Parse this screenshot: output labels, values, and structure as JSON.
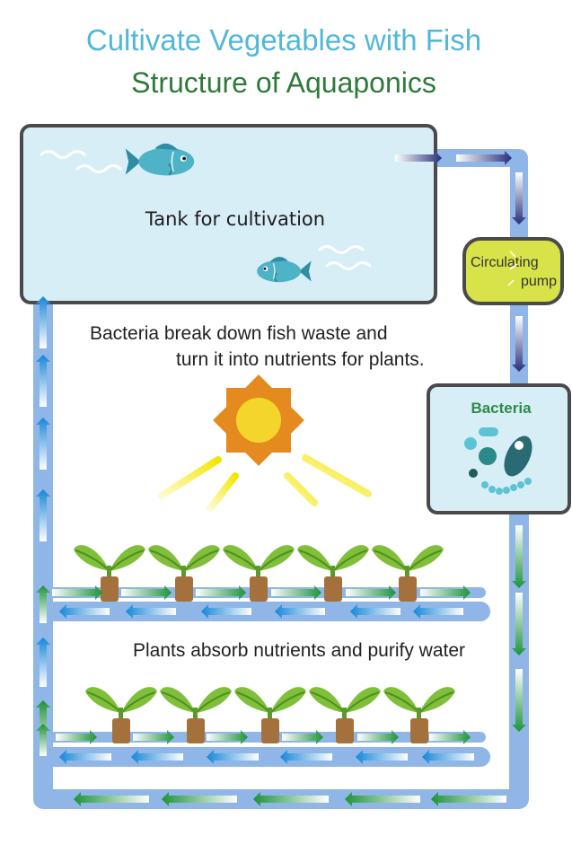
{
  "title": "Cultivate Vegetables with Fish",
  "subtitle": "Structure of Aquaponics",
  "tank": {
    "label": "Tank for cultivation"
  },
  "pump": {
    "line1": "Circulating",
    "line2": "pump"
  },
  "bacteria": {
    "label": "Bacteria"
  },
  "notes": {
    "bacteria_line1": "Bacteria break down fish waste and",
    "bacteria_line2": "turn it into nutrients for plants.",
    "plants": "Plants absorb nutrients and purify water"
  },
  "colors": {
    "pipe": "#8fb6e6",
    "tank_fill": "#d8eef6",
    "tank_border": "#4a4a4a",
    "pump_fill": "#d8e34a",
    "arrow_navy": "#2a2f7a",
    "arrow_blue": "#1b8ad8",
    "arrow_green": "#22963a",
    "fish": "#4fb3c8",
    "sun": "#e58a1f",
    "leaf": "#7fbf3a",
    "pot": "#a4713c"
  }
}
